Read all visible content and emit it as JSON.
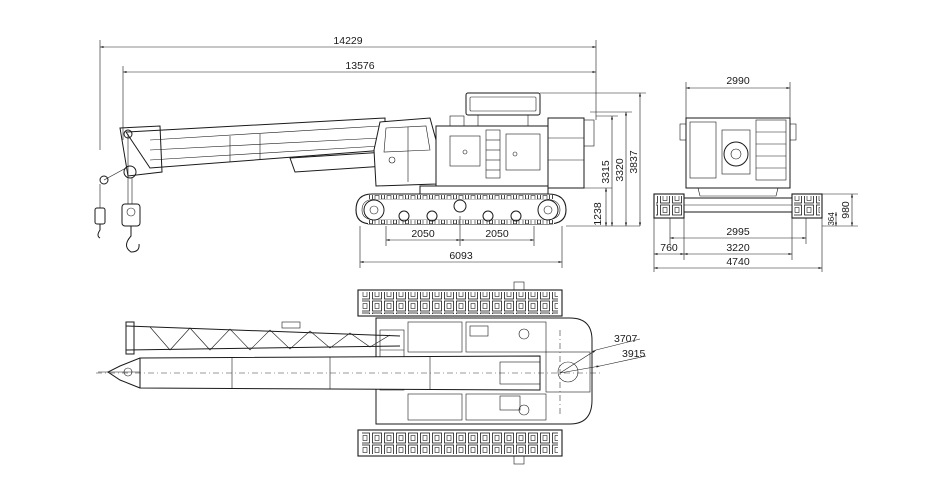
{
  "drawing": {
    "side_view": {
      "dims": {
        "overall_length": "14229",
        "length_to_hook": "13576",
        "height_cab": "3315",
        "height_counterweight": "3320",
        "height_max": "3837",
        "ground_clearance": "1238",
        "roller_pitch_left": "2050",
        "roller_pitch_right": "2050",
        "track_length": "6093"
      }
    },
    "rear_view": {
      "dims": {
        "top_width": "2990",
        "track_gauge": "2995",
        "width_retracted": "3220",
        "width_extended": "4740",
        "track_shoe_width": "760",
        "track_height": "980",
        "small_height": "364"
      }
    },
    "top_view": {
      "dims": {
        "tail_radius": "3707",
        "tail_radius_outer": "3915"
      }
    }
  }
}
